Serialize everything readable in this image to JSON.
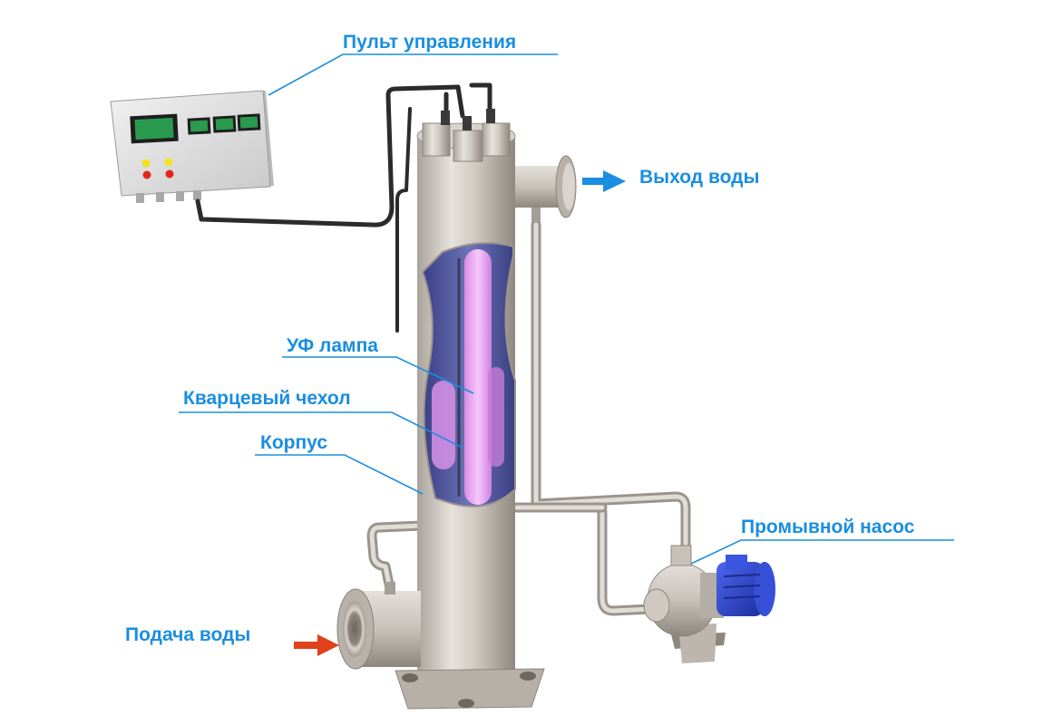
{
  "labels": {
    "control_panel": "Пульт управления",
    "water_outlet": "Выход воды",
    "uv_lamp": "УФ лампа",
    "quartz_sleeve": "Кварцевый чехол",
    "housing": "Корпус",
    "flush_pump": "Промывной насос",
    "water_inlet": "Подача воды"
  },
  "colors": {
    "label_text": "#1a8ee0",
    "leader_line": "#1a8ee0",
    "outlet_arrow": "#1a8ee0",
    "inlet_arrow": "#e0401a",
    "steel": "#c8c3bc",
    "uv_glow": "#e8a6f0",
    "motor": "#2f49d8",
    "display": "#1f8a45"
  },
  "icons": {
    "outlet_arrow": "arrow-right-icon",
    "inlet_arrow": "arrow-right-icon"
  }
}
